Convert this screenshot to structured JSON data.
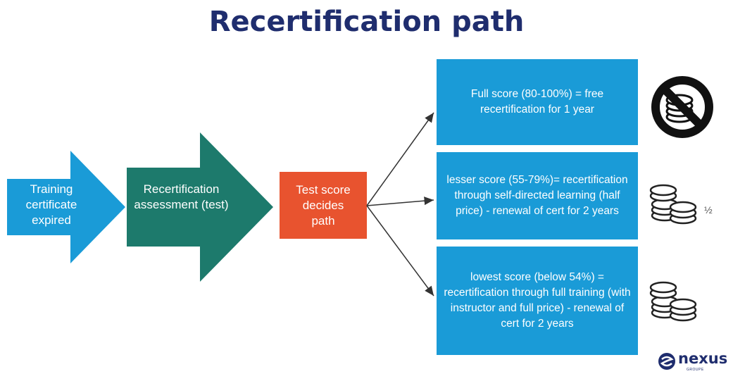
{
  "title": "Recertification path",
  "steps": [
    {
      "label": "Training certificate expired"
    },
    {
      "label": "Recertification assessment (test)"
    },
    {
      "label": "Test score decides path"
    }
  ],
  "outcomes": [
    {
      "text": "Full score (80-100%) = free recertification for 1 year",
      "icon": "no-coins-icon"
    },
    {
      "text": "lesser score (55-79%)= recertification through self-directed learning (half price) - renewal of cert for 2 years",
      "icon": "coins-icon",
      "note": "½"
    },
    {
      "text": "lowest score (below 54%) = recertification through full training (with instructor and full price) - renewal of cert for 2 years",
      "icon": "coins-icon"
    }
  ],
  "logo": {
    "text": "nexus",
    "sub": "GROUPE"
  },
  "colors": {
    "title": "#1f2d6e",
    "arrow1": "#1a9bd7",
    "arrow2": "#1d7a6c",
    "decision": "#e8532f",
    "outcome": "#1a9bd7"
  }
}
